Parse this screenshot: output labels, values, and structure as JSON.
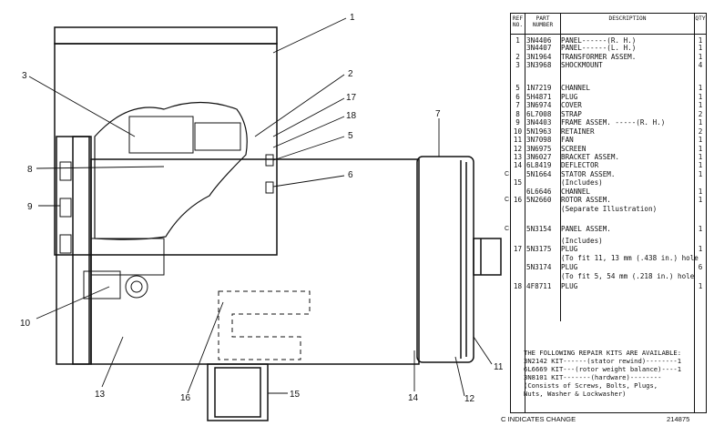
{
  "callouts": [
    "1",
    "2",
    "3",
    "17",
    "18",
    "5",
    "7",
    "8",
    "6",
    "9",
    "10",
    "11",
    "12",
    "13",
    "14",
    "15",
    "16"
  ],
  "table": {
    "headers": {
      "ref": "REF NO.",
      "part": "PART NUMBER",
      "desc": "DESCRIPTION",
      "qty": "QTY"
    },
    "rows": [
      {
        "ref": "1",
        "part": "3N4406",
        "desc": "PANEL------(R. H.)",
        "qty": "1",
        "chg": ""
      },
      {
        "ref": "",
        "part": "3N4407",
        "desc": "PANEL------(L. H.)",
        "qty": "1",
        "chg": ""
      },
      {
        "ref": "2",
        "part": "3N1964",
        "desc": "TRANSFORMER ASSEM.",
        "qty": "1",
        "chg": ""
      },
      {
        "ref": "3",
        "part": "3N3968",
        "desc": "SHOCKMOUNT",
        "qty": "4",
        "chg": ""
      },
      {
        "ref": "5",
        "part": "1N7219",
        "desc": "CHANNEL",
        "qty": "1",
        "chg": ""
      },
      {
        "ref": "6",
        "part": "5H4871",
        "desc": "PLUG",
        "qty": "1",
        "chg": ""
      },
      {
        "ref": "7",
        "part": "3N6974",
        "desc": "COVER",
        "qty": "1",
        "chg": ""
      },
      {
        "ref": "8",
        "part": "6L7008",
        "desc": "STRAP",
        "qty": "2",
        "chg": ""
      },
      {
        "ref": "9",
        "part": "3N4403",
        "desc": "FRAME ASSEM. -----(R. H.)",
        "qty": "1",
        "chg": ""
      },
      {
        "ref": "10",
        "part": "5N1963",
        "desc": "RETAINER",
        "qty": "2",
        "chg": ""
      },
      {
        "ref": "11",
        "part": "3N7098",
        "desc": "FAN",
        "qty": "1",
        "chg": ""
      },
      {
        "ref": "12",
        "part": "3N6975",
        "desc": "SCREEN",
        "qty": "1",
        "chg": ""
      },
      {
        "ref": "13",
        "part": "3N6027",
        "desc": "BRACKET ASSEM.",
        "qty": "1",
        "chg": ""
      },
      {
        "ref": "14",
        "part": "6L8419",
        "desc": "DEFLECTOR",
        "qty": "1",
        "chg": ""
      },
      {
        "ref": "",
        "part": "5N1664",
        "desc": "STATOR ASSEM.",
        "qty": "1",
        "chg": "C"
      },
      {
        "ref": "15",
        "part": "",
        "desc": "(Includes)",
        "qty": "",
        "chg": ""
      },
      {
        "ref": "",
        "part": "6L6646",
        "desc": "  CHANNEL",
        "qty": "1",
        "chg": ""
      },
      {
        "ref": "16",
        "part": "5N2660",
        "desc": "ROTOR ASSEM.",
        "qty": "1",
        "chg": "C"
      },
      {
        "ref": "",
        "part": "",
        "desc": "  (Separate Illustration)",
        "qty": "",
        "chg": ""
      },
      {
        "ref": "",
        "part": "",
        "desc": "",
        "qty": "",
        "chg": ""
      },
      {
        "ref": "",
        "part": "5N3154",
        "desc": "PANEL ASSEM.",
        "qty": "1",
        "chg": "C"
      },
      {
        "ref": "",
        "part": "",
        "desc": "  (Includes)",
        "qty": "",
        "chg": ""
      },
      {
        "ref": "17",
        "part": "5N3175",
        "desc": "  PLUG",
        "qty": "1",
        "chg": ""
      },
      {
        "ref": "",
        "part": "",
        "desc": "  (To fit 11, 13 mm (.438 in.) hole",
        "qty": "",
        "chg": ""
      },
      {
        "ref": "",
        "part": "5N3174",
        "desc": "  PLUG",
        "qty": "6",
        "chg": ""
      },
      {
        "ref": "",
        "part": "",
        "desc": "  (To fit 5, 54 mm (.218 in.) hole",
        "qty": "",
        "chg": ""
      },
      {
        "ref": "18",
        "part": "4F8711",
        "desc": "PLUG",
        "qty": "1",
        "chg": ""
      }
    ],
    "kits": [
      "THE FOLLOWING REPAIR KITS ARE AVAILABLE:",
      "3N2142 KIT------(stator rewind)--------1",
      "6L6669 KIT---(rotor weight balance)----1",
      "3N8101 KIT-------(hardware)--------",
      "       (Consists of Screws, Bolts, Plugs,",
      "        Nuts, Washer & Lockwasher)"
    ]
  },
  "footer": {
    "note": "C  INDICATES CHANGE",
    "code": "214875"
  }
}
